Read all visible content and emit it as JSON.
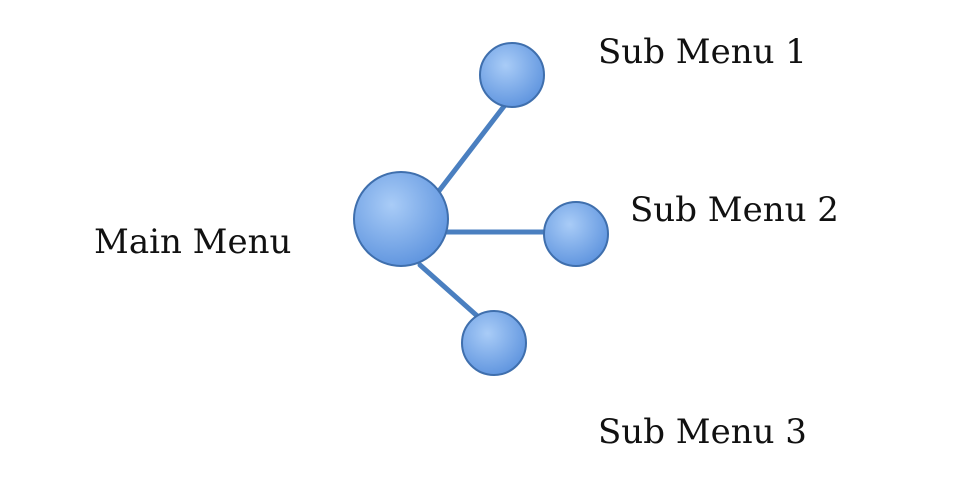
{
  "diagram": {
    "main": {
      "label": "Main Menu"
    },
    "subs": [
      {
        "label": "Sub Menu 1"
      },
      {
        "label": "Sub Menu 2"
      },
      {
        "label": "Sub Menu 3"
      }
    ]
  },
  "colors": {
    "node_fill_light": "#a9ccf7",
    "node_fill_dark": "#5d93de",
    "node_stroke": "#3f6fad",
    "connector": "#4a7fc0",
    "text": "#111111"
  }
}
